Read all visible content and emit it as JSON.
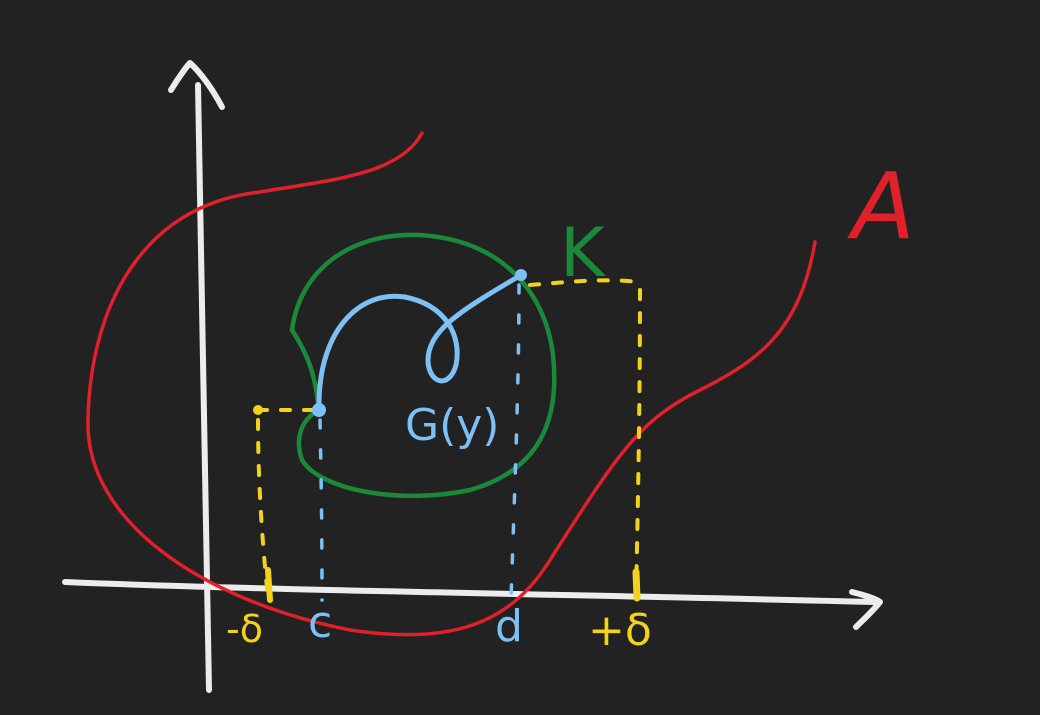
{
  "background_color": "#222222",
  "colors": {
    "axes": "#ececec",
    "set_A": "#e0202a",
    "set_K": "#1a8a3a",
    "curve_G": "#7cc0f5",
    "delta_guides": "#f2d21a"
  },
  "labels": {
    "set_A": "A",
    "set_K": "K",
    "curve": "G(y)",
    "c": "c",
    "d": "d",
    "minus_delta": "-δ",
    "plus_delta": "+δ"
  }
}
